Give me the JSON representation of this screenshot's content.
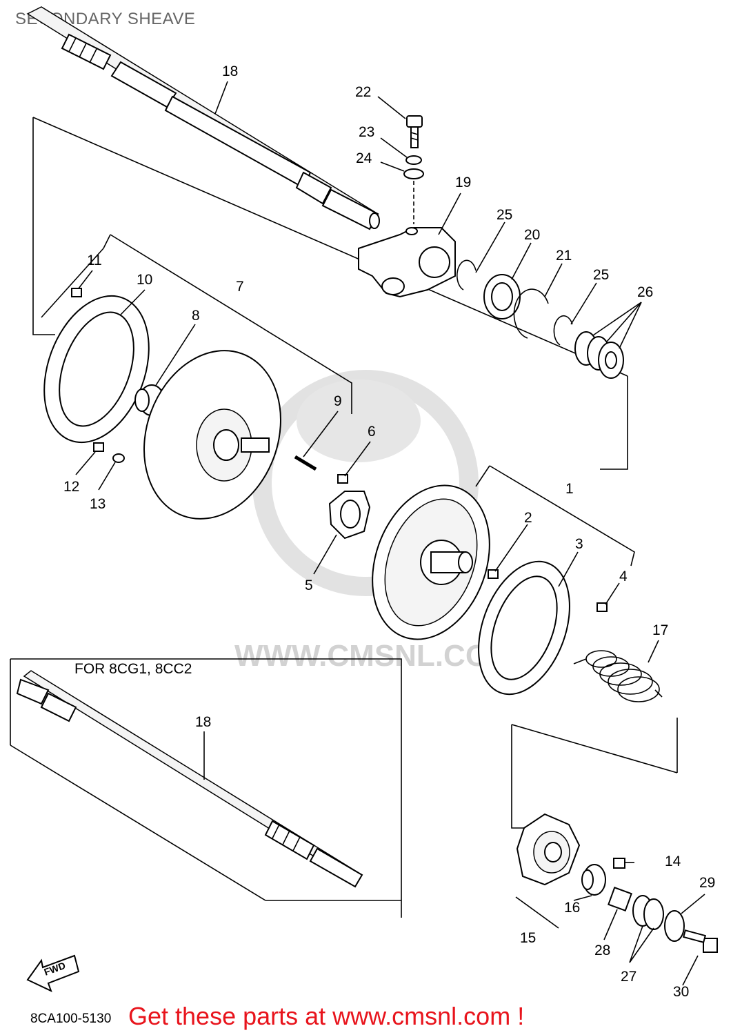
{
  "title": "SECONDARY SHEAVE",
  "variant_note": "FOR 8CG1, 8CC2",
  "fwd_label": "FWD",
  "watermark": "WWW.CMSNL.COM",
  "diagram_code": "8CA100-5130",
  "footer_link": "Get these parts at www.cmsnl.com !",
  "callouts": {
    "c1": "1",
    "c2": "2",
    "c3": "3",
    "c4": "4",
    "c5": "5",
    "c6": "6",
    "c7": "7",
    "c8": "8",
    "c9": "9",
    "c10": "10",
    "c11": "11",
    "c12": "12",
    "c13": "13",
    "c14": "14",
    "c15": "15",
    "c16": "16",
    "c17": "17",
    "c18a": "18",
    "c18b": "18",
    "c19": "19",
    "c20": "20",
    "c21": "21",
    "c22": "22",
    "c23": "23",
    "c24": "24",
    "c25a": "25",
    "c25b": "25",
    "c26": "26",
    "c27": "27",
    "c28": "28",
    "c29": "29",
    "c30": "30"
  },
  "colors": {
    "link": "#e8141c",
    "title": "#666666",
    "watermark": "#d2d2d2"
  }
}
